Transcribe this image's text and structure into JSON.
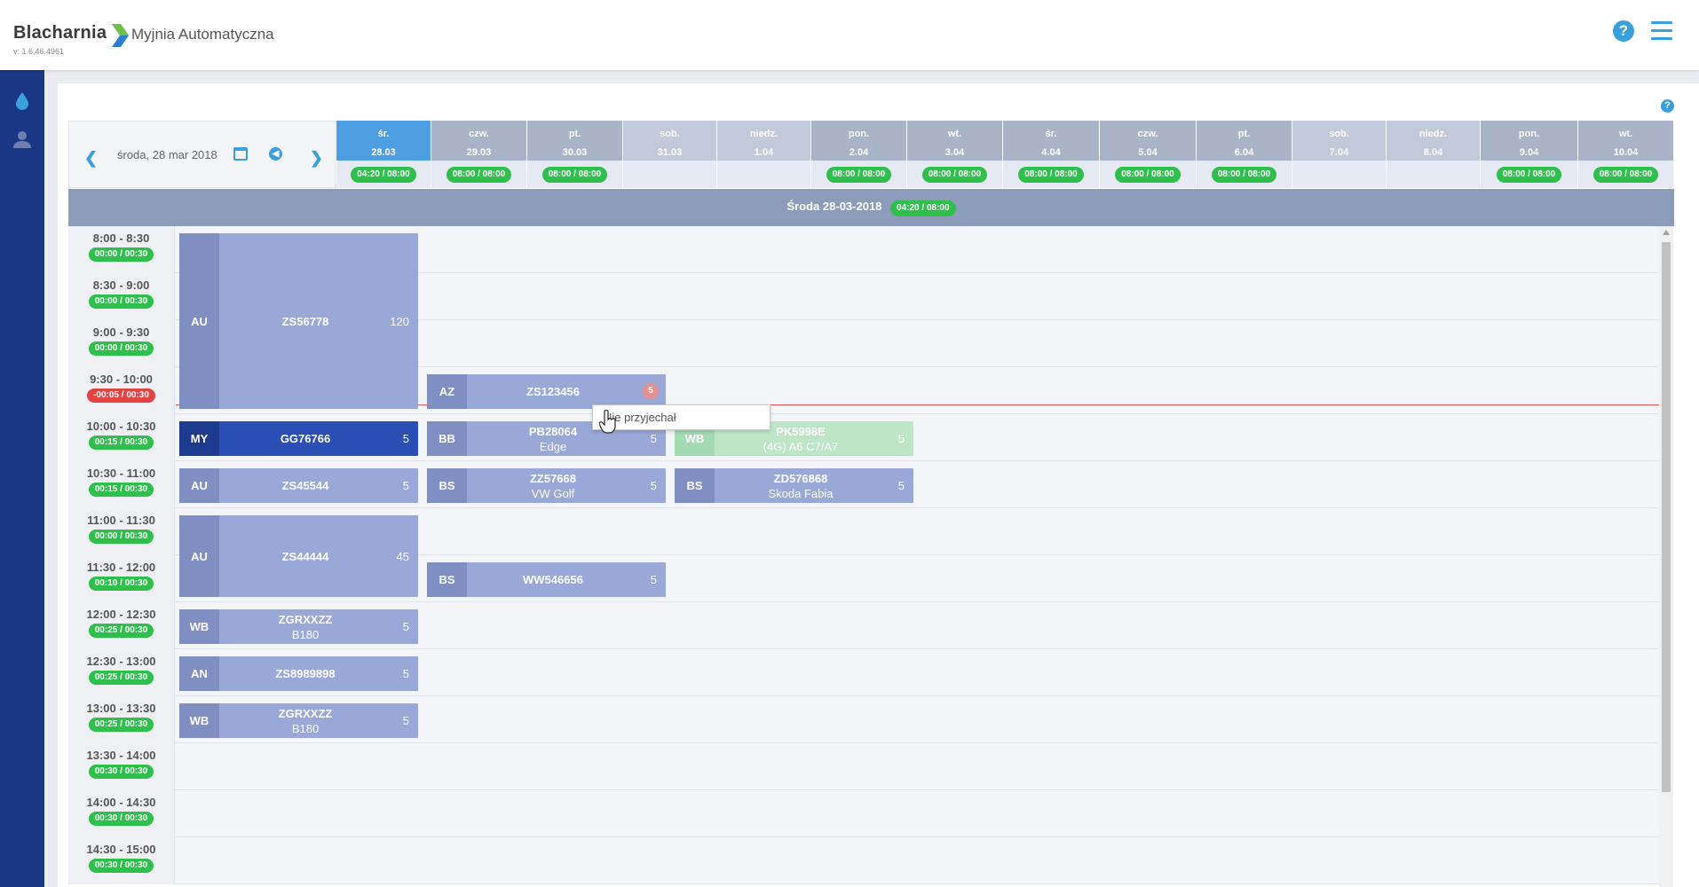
{
  "app": {
    "brand": "Blacharnia",
    "module": "Myjnia Automatyczna",
    "version": "v: 1.6.46.4961",
    "accent_color": "#3aa0dc"
  },
  "topbar": {
    "help_icon": "question-icon",
    "menu_icon": "hamburger-icon"
  },
  "sidebar": {
    "items": [
      {
        "icon": "water-drop-icon"
      },
      {
        "icon": "users-icon"
      }
    ]
  },
  "nav": {
    "prev_icon": "chevron-left-icon",
    "date_label": "środa, 28 mar 2018",
    "calendar_icon": "calendar-icon",
    "today_icon": "circle-arrow-left-icon",
    "next_icon": "chevron-right-icon"
  },
  "days": [
    {
      "name": "śr.",
      "date": "28.03",
      "load": "04:20 / 08:00",
      "state": "today"
    },
    {
      "name": "czw.",
      "date": "29.03",
      "load": "08:00 / 08:00",
      "state": "normal"
    },
    {
      "name": "pt.",
      "date": "30.03",
      "load": "08:00 / 08:00",
      "state": "normal"
    },
    {
      "name": "sob.",
      "date": "31.03",
      "load": "",
      "state": "weekend"
    },
    {
      "name": "niedz.",
      "date": "1.04",
      "load": "",
      "state": "weekend"
    },
    {
      "name": "pon.",
      "date": "2.04",
      "load": "08:00 / 08:00",
      "state": "normal"
    },
    {
      "name": "wt.",
      "date": "3.04",
      "load": "08:00 / 08:00",
      "state": "normal"
    },
    {
      "name": "śr.",
      "date": "4.04",
      "load": "08:00 / 08:00",
      "state": "normal"
    },
    {
      "name": "czw.",
      "date": "5.04",
      "load": "08:00 / 08:00",
      "state": "normal"
    },
    {
      "name": "pt.",
      "date": "6.04",
      "load": "08:00 / 08:00",
      "state": "normal"
    },
    {
      "name": "sob.",
      "date": "7.04",
      "load": "",
      "state": "weekend"
    },
    {
      "name": "niedz.",
      "date": "8.04",
      "load": "",
      "state": "weekend"
    },
    {
      "name": "pon.",
      "date": "9.04",
      "load": "08:00 / 08:00",
      "state": "normal"
    },
    {
      "name": "wt.",
      "date": "10.04",
      "load": "08:00 / 08:00",
      "state": "normal"
    }
  ],
  "selected_day": {
    "title": "Środa 28-03-2018",
    "load": "04:20 / 08:00"
  },
  "slots": [
    {
      "time": "8:00 - 8:30",
      "load": "00:00 / 00:30",
      "over": false
    },
    {
      "time": "8:30 - 9:00",
      "load": "00:00 / 00:30",
      "over": false
    },
    {
      "time": "9:00 - 9:30",
      "load": "00:00 / 00:30",
      "over": false
    },
    {
      "time": "9:30 - 10:00",
      "load": "-00:05 / 00:30",
      "over": true
    },
    {
      "time": "10:00 - 10:30",
      "load": "00:15 / 00:30",
      "over": false
    },
    {
      "time": "10:30 - 11:00",
      "load": "00:15 / 00:30",
      "over": false
    },
    {
      "time": "11:00 - 11:30",
      "load": "00:00 / 00:30",
      "over": false
    },
    {
      "time": "11:30 - 12:00",
      "load": "00:10 / 00:30",
      "over": false
    },
    {
      "time": "12:00 - 12:30",
      "load": "00:25 / 00:30",
      "over": false
    },
    {
      "time": "12:30 - 13:00",
      "load": "00:25 / 00:30",
      "over": false
    },
    {
      "time": "13:00 - 13:30",
      "load": "00:25 / 00:30",
      "over": false
    },
    {
      "time": "13:30 - 14:00",
      "load": "00:30 / 00:30",
      "over": false
    },
    {
      "time": "14:00 - 14:30",
      "load": "00:30 / 00:30",
      "over": false
    },
    {
      "time": "14:30 - 15:00",
      "load": "00:30 / 00:30",
      "over": false
    }
  ],
  "bookings": [
    {
      "code": "AU",
      "plate": "ZS56778",
      "car": "",
      "duration": "120",
      "style": "normal",
      "badge": ""
    },
    {
      "code": "AZ",
      "plate": "ZS123456",
      "car": "",
      "duration": "",
      "style": "normal",
      "badge": "5"
    },
    {
      "code": "MY",
      "plate": "GG76766",
      "car": "",
      "duration": "5",
      "style": "dark",
      "badge": ""
    },
    {
      "code": "BB",
      "plate": "PB28064",
      "car": "Edge",
      "duration": "5",
      "style": "normal",
      "badge": ""
    },
    {
      "code": "WB",
      "plate": "PK5998E",
      "car": "(4G) A6 C7/A7",
      "duration": "5",
      "style": "green",
      "badge": ""
    },
    {
      "code": "AU",
      "plate": "ZS45544",
      "car": "",
      "duration": "5",
      "style": "normal",
      "badge": ""
    },
    {
      "code": "BS",
      "plate": "ZZ57668",
      "car": "VW Golf",
      "duration": "5",
      "style": "normal",
      "badge": ""
    },
    {
      "code": "BS",
      "plate": "ZD576868",
      "car": "Skoda Fabia",
      "duration": "5",
      "style": "normal",
      "badge": ""
    },
    {
      "code": "AU",
      "plate": "ZS44444",
      "car": "",
      "duration": "45",
      "style": "normal",
      "badge": ""
    },
    {
      "code": "BS",
      "plate": "WW546656",
      "car": "",
      "duration": "5",
      "style": "normal",
      "badge": ""
    },
    {
      "code": "WB",
      "plate": "ZGRXXZZ",
      "car": "B180",
      "duration": "5",
      "style": "normal",
      "badge": ""
    },
    {
      "code": "AN",
      "plate": "ZS8989898",
      "car": "",
      "duration": "5",
      "style": "normal",
      "badge": ""
    },
    {
      "code": "WB",
      "plate": "ZGRXXZZ",
      "car": "B180",
      "duration": "5",
      "style": "normal",
      "badge": ""
    }
  ],
  "tooltip": {
    "text": "Nie przyjechał"
  }
}
